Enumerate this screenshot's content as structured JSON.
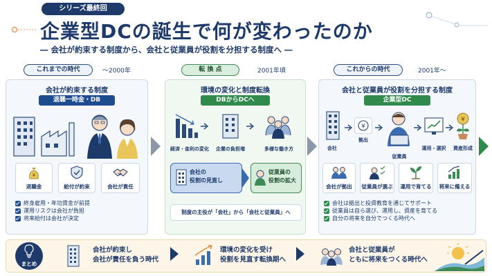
{
  "header": {
    "series_badge": "シリーズ最終回",
    "title": "企業型DCの誕生で何が変わったのか",
    "subtitle": "― 会社が約束する制度から、会社と従業員が役割を分担する制度へ ―"
  },
  "eras": {
    "past": {
      "label": "これまでの時代",
      "note": "〜2000年"
    },
    "turning": {
      "label": "転 換 点",
      "note": "2001年頃"
    },
    "future": {
      "label": "これからの時代",
      "note": "2001年〜"
    }
  },
  "panel_past": {
    "title": "会社が約束する制度",
    "tag": "退職一時金・DB",
    "icons": [
      {
        "label": "退職金",
        "icon": "money-bag-icon"
      },
      {
        "label": "給付が約束",
        "icon": "shield-icon"
      },
      {
        "label": "会社が責任",
        "icon": "handshake-icon"
      }
    ],
    "bullets": [
      "終身雇用・年功賃金が前提",
      "運用リスクは会社が負担",
      "将来給付は会社が決定"
    ]
  },
  "panel_turning": {
    "title": "環境の変化と制度転換",
    "tag": "DBからDCへ",
    "steps": [
      "経済・金利の変化",
      "企業の負担増",
      "多様な働き方"
    ],
    "box_left": "会社の\n役割の見直し",
    "box_right": "従業員の\n役割の拡大",
    "caption": "制度の主役が「会社」から「会社と従業員」へ"
  },
  "panel_future": {
    "title": "会社と従業員が役割を分担する制度",
    "tag": "企業型DC",
    "flow": {
      "company": "会社",
      "contribution": "拠出",
      "employee": "従業員",
      "operate": "運用・選択",
      "asset": "資産形成"
    },
    "icons": [
      {
        "label": "会社が拠出",
        "icon": "people-icon"
      },
      {
        "label": "従業員が選ぶ",
        "icon": "choice-icon"
      },
      {
        "label": "運用で育てる",
        "icon": "sprout-icon"
      },
      {
        "label": "将来に備える",
        "icon": "growth-chart-icon"
      }
    ],
    "bullets": [
      "会社は拠出と投資教育を通じてサポート",
      "従業員は自ら選び、運用し、資産を育てる",
      "自分の将来を自分でつくる時代へ"
    ]
  },
  "summary": {
    "label": "まとめ",
    "items": [
      {
        "line1": "会社が約束し",
        "line2": "会社が責任を負う時代"
      },
      {
        "line1": "環境の変化を受け",
        "line2": "役割を見直す転換期へ"
      },
      {
        "line1": "会社と従業員が",
        "line2": "ともに将来をつくる時代へ"
      }
    ]
  },
  "colors": {
    "navy": "#1e3a6b",
    "blue": "#1e4c8f",
    "green": "#2f8a4c",
    "cream": "#fcf5e8"
  }
}
